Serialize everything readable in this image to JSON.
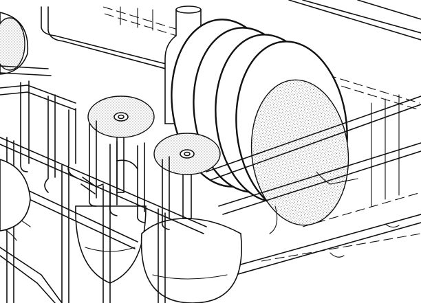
{
  "figure": {
    "components": [
      "dish-rack-wire-frame",
      "plate-stack",
      "wine-glass-left",
      "wine-glass-right",
      "bottle",
      "tine-row",
      "background-bowl"
    ]
  }
}
